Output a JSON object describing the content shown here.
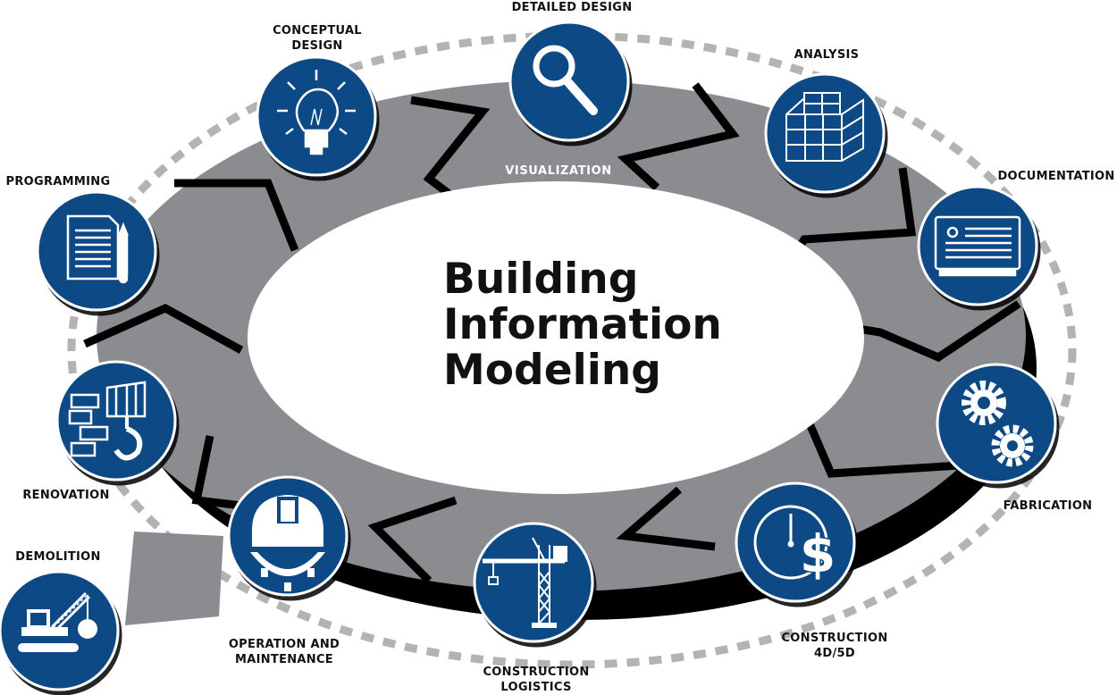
{
  "diagram": {
    "center_title": [
      "Building",
      "Information",
      "Modeling"
    ],
    "ring_label": "VISUALIZATION",
    "colors": {
      "node_fill": "#0b4a84",
      "node_border": "#ffffff",
      "ring_gray": "#8a8c8f",
      "ring_shadow": "#000000",
      "dashed_ring": "#b3b3b3"
    },
    "stages": [
      {
        "id": "detailed-design",
        "label": [
          "DETAILED DESIGN"
        ],
        "icon": "magnifier-icon"
      },
      {
        "id": "analysis",
        "label": [
          "ANALYSIS"
        ],
        "icon": "structure-grid-icon"
      },
      {
        "id": "documentation",
        "label": [
          "DOCUMENTATION"
        ],
        "icon": "monitor-document-icon"
      },
      {
        "id": "fabrication",
        "label": [
          "FABRICATION"
        ],
        "icon": "gears-icon"
      },
      {
        "id": "construction-4d5d",
        "label": [
          "CONSTRUCTION",
          "4D/5D"
        ],
        "icon": "clock-dollar-icon"
      },
      {
        "id": "construction-logistics",
        "label": [
          "CONSTRUCTION",
          "LOGISTICS"
        ],
        "icon": "tower-crane-icon"
      },
      {
        "id": "operation-maintenance",
        "label": [
          "OPERATION AND",
          "MAINTENANCE"
        ],
        "icon": "hardhat-gear-icon"
      },
      {
        "id": "demolition",
        "label": [
          "DEMOLITION"
        ],
        "icon": "wrecking-crane-icon"
      },
      {
        "id": "renovation",
        "label": [
          "RENOVATION"
        ],
        "icon": "bricks-hook-icon"
      },
      {
        "id": "programming",
        "label": [
          "PROGRAMMING"
        ],
        "icon": "document-pencil-icon"
      },
      {
        "id": "conceptual-design",
        "label": [
          "CONCEPTUAL",
          "DESIGN"
        ],
        "icon": "lightbulb-icon"
      }
    ]
  }
}
